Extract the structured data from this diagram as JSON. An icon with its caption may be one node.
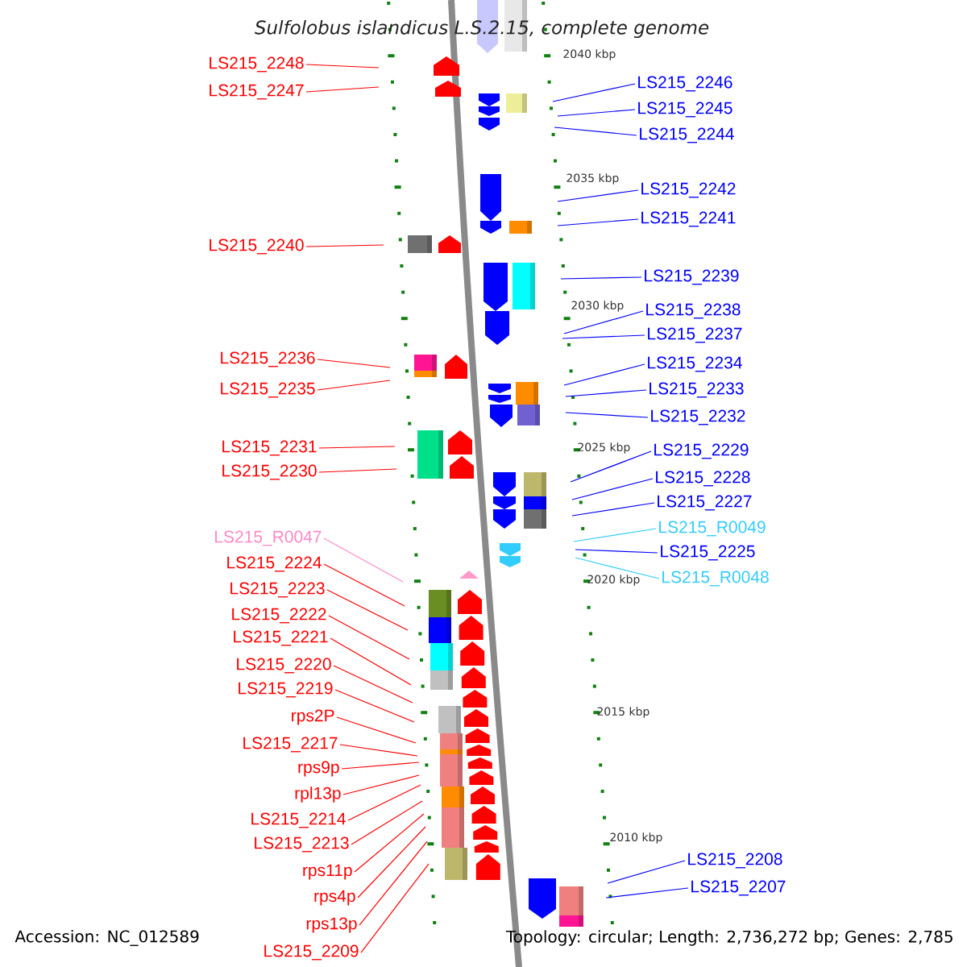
{
  "diagram": {
    "title": "Sulfolobus islandicus L.S.2.15, complete genome",
    "nodes": [
      {
        "text": [
          "LS215_2248"
        ]
      },
      {
        "text": [
          "LS215_2247"
        ]
      },
      {
        "text": [
          "LS215_2240"
        ]
      },
      {
        "text": [
          "LS215_2236"
        ]
      },
      {
        "text": [
          "LS215_2235"
        ]
      },
      {
        "text": [
          "LS215_2231"
        ]
      },
      {
        "text": [
          "LS215_2230"
        ]
      },
      {
        "text": [
          "LS215_R0047"
        ]
      },
      {
        "text": [
          "LS215_2224"
        ]
      },
      {
        "text": [
          "LS215_2223"
        ]
      },
      {
        "text": [
          "LS215_2222"
        ]
      },
      {
        "text": [
          "LS215_2221"
        ]
      },
      {
        "text": [
          "LS215_2220"
        ]
      },
      {
        "text": [
          "LS215_2219"
        ]
      },
      {
        "text": [
          "rps2P"
        ]
      },
      {
        "text": [
          "LS215_2217"
        ]
      },
      {
        "text": [
          "rps9p"
        ]
      },
      {
        "text": [
          "rpl13p"
        ]
      },
      {
        "text": [
          "LS215_2214"
        ]
      },
      {
        "text": [
          "LS215_2213"
        ]
      },
      {
        "text": [
          "rps11p"
        ]
      },
      {
        "text": [
          "rps4p"
        ]
      },
      {
        "text": [
          "rps13p"
        ]
      },
      {
        "text": [
          "LS215_2209"
        ]
      },
      {
        "text": [
          "LS215_2246"
        ]
      },
      {
        "text": [
          "LS215_2245"
        ]
      },
      {
        "text": [
          "LS215_2244"
        ]
      },
      {
        "text": [
          "LS215_2242"
        ]
      },
      {
        "text": [
          "LS215_2241"
        ]
      },
      {
        "text": [
          "LS215_2239"
        ]
      },
      {
        "text": [
          "LS215_2238"
        ]
      },
      {
        "text": [
          "LS215_2237"
        ]
      },
      {
        "text": [
          "LS215_2234"
        ]
      },
      {
        "text": [
          "LS215_2233"
        ]
      },
      {
        "text": [
          "LS215_2232"
        ]
      },
      {
        "text": [
          "LS215_2229"
        ]
      },
      {
        "text": [
          "LS215_2228"
        ]
      },
      {
        "text": [
          "LS215_2227"
        ]
      },
      {
        "text": [
          "LS215_R0049"
        ]
      },
      {
        "text": [
          "LS215_2225"
        ]
      },
      {
        "text": [
          "LS215_R0048"
        ]
      },
      {
        "text": [
          "LS215_2208"
        ]
      },
      {
        "text": [
          "LS215_2207"
        ]
      }
    ],
    "edges": [
      {
        "from": 0,
        "to": null,
        "arrow": "none"
      },
      {
        "from": 1,
        "to": null,
        "arrow": "none"
      },
      {
        "from": 2,
        "to": null,
        "arrow": "none"
      },
      {
        "from": 3,
        "to": null,
        "arrow": "none"
      },
      {
        "from": 4,
        "to": null,
        "arrow": "none"
      },
      {
        "from": 5,
        "to": null,
        "arrow": "none"
      },
      {
        "from": 6,
        "to": null,
        "arrow": "none"
      },
      {
        "from": 7,
        "to": null,
        "arrow": "none",
        "color": "#ff88c8"
      },
      {
        "from": 8,
        "to": null,
        "arrow": "none"
      },
      {
        "from": 9,
        "to": null,
        "arrow": "none"
      },
      {
        "from": 10,
        "to": null,
        "arrow": "none"
      },
      {
        "from": 11,
        "to": null,
        "arrow": "none"
      },
      {
        "from": 12,
        "to": null,
        "arrow": "none"
      },
      {
        "from": 13,
        "to": null,
        "arrow": "none"
      },
      {
        "from": 14,
        "to": null,
        "arrow": "none"
      },
      {
        "from": 15,
        "to": null,
        "arrow": "none"
      },
      {
        "from": 16,
        "to": null,
        "arrow": "none"
      },
      {
        "from": 17,
        "to": null,
        "arrow": "none"
      },
      {
        "from": 18,
        "to": null,
        "arrow": "none"
      },
      {
        "from": 19,
        "to": null,
        "arrow": "none"
      },
      {
        "from": 20,
        "to": null,
        "arrow": "none"
      },
      {
        "from": 21,
        "to": null,
        "arrow": "none"
      },
      {
        "from": 22,
        "to": null,
        "arrow": "none"
      },
      {
        "from": 23,
        "to": null,
        "arrow": "none"
      },
      {
        "from": 24,
        "to": null,
        "arrow": "none",
        "color": "#0000ff"
      },
      {
        "from": 25,
        "to": null,
        "arrow": "none",
        "color": "#0000ff"
      },
      {
        "from": 26,
        "to": null,
        "arrow": "none",
        "color": "#0000ff"
      },
      {
        "from": 27,
        "to": null,
        "arrow": "none",
        "color": "#0000ff"
      },
      {
        "from": 28,
        "to": null,
        "arrow": "none",
        "color": "#0000ff"
      },
      {
        "from": 29,
        "to": null,
        "arrow": "none",
        "color": "#0000ff"
      },
      {
        "from": 30,
        "to": null,
        "arrow": "none",
        "color": "#0000ff"
      },
      {
        "from": 31,
        "to": null,
        "arrow": "none",
        "color": "#0000ff"
      },
      {
        "from": 32,
        "to": null,
        "arrow": "none",
        "color": "#0000ff"
      },
      {
        "from": 33,
        "to": null,
        "arrow": "none",
        "color": "#0000ff"
      },
      {
        "from": 34,
        "to": null,
        "arrow": "none",
        "color": "#0000ff"
      },
      {
        "from": 35,
        "to": null,
        "arrow": "none",
        "color": "#0000ff"
      },
      {
        "from": 36,
        "to": null,
        "arrow": "none",
        "color": "#0000ff"
      },
      {
        "from": 37,
        "to": null,
        "arrow": "none",
        "color": "#0000ff"
      },
      {
        "from": 38,
        "to": null,
        "arrow": "none",
        "color": "#33ccff"
      },
      {
        "from": 39,
        "to": null,
        "arrow": "none",
        "color": "#0000ff"
      },
      {
        "from": 40,
        "to": null,
        "arrow": "none",
        "color": "#33ccff"
      },
      {
        "from": 41,
        "to": null,
        "arrow": "none",
        "color": "#0000ff"
      },
      {
        "from": 42,
        "to": null,
        "arrow": "none",
        "color": "#0000ff"
      }
    ],
    "labels": [
      "2040 kbp",
      "2035 kbp",
      "2030 kbp",
      "2025 kbp",
      "2020 kbp",
      "2015 kbp",
      "2010 kbp",
      "Accession: NC_012589",
      "Topology: circular; Length: 2,736,272 bp; Genes: 2,785"
    ]
  }
}
